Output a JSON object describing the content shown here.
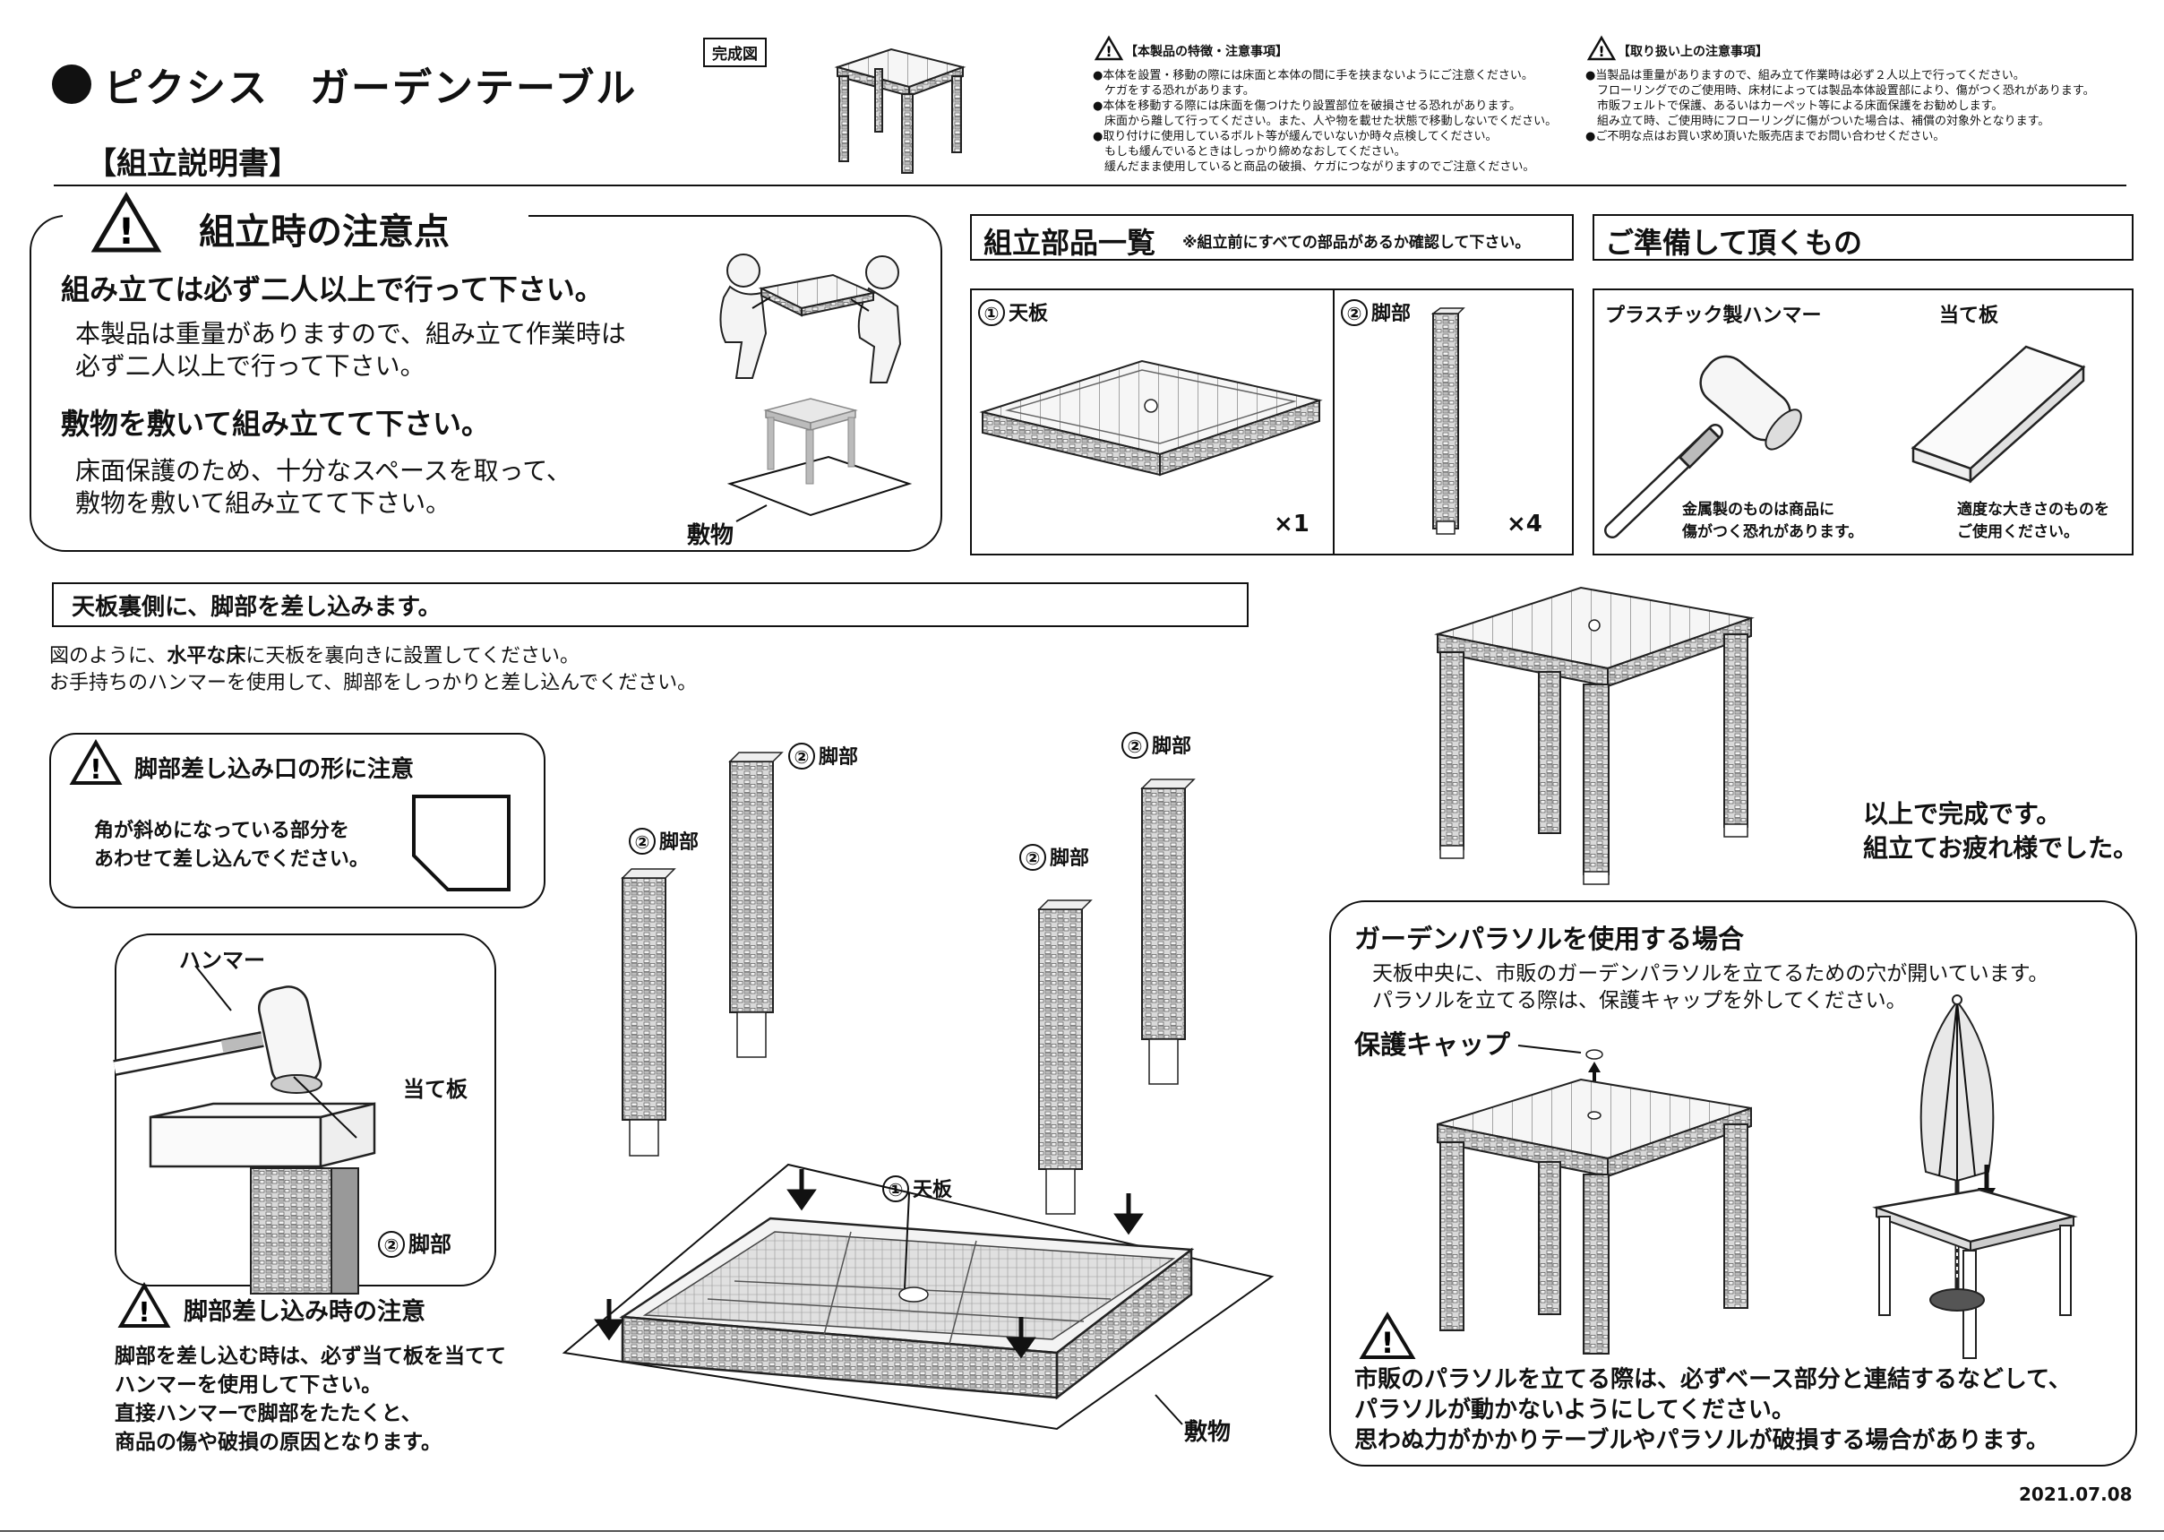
{
  "header": {
    "title": "ピクシス　ガーデンテーブル",
    "subtitle": "【組立説明書】",
    "completed_tag": "完成図"
  },
  "notes_features": {
    "heading": "【本製品の特徴・注意事項】",
    "lines": [
      "●本体を設置・移動の際には床面と本体の間に手を挟まないようにご注意ください。",
      "　ケガをする恐れがあります。",
      "●本体を移動する際には床面を傷つけたり設置部位を破損させる恐れがあります。",
      "　床面から離して行ってください。また、人や物を載せた状態で移動しないでください。",
      "●取り付けに使用しているボルト等が緩んでいないか時々点検してください。",
      "　もしも緩んでいるときはしっかり締めなおしてください。",
      "　緩んだまま使用していると商品の破損、ケガにつながりますのでご注意ください。"
    ]
  },
  "notes_handling": {
    "heading": "【取り扱い上の注意事項】",
    "lines": [
      "●当製品は重量がありますので、組み立て作業時は必ず２人以上で行ってください。",
      "　フローリングでのご使用時、床材によっては製品本体設置部により、傷がつく恐れがあります。",
      "　市販フェルトで保護、あるいはカーペット等による床面保護をお勧めします。",
      "　組み立て時、ご使用時にフローリングに傷がついた場合は、補償の対象外となります。",
      "●ご不明な点はお買い求め頂いた販売店までお問い合わせください。"
    ]
  },
  "assembly_caution": {
    "title": "組立時の注意点",
    "heading1": "組み立ては必ず二人以上で行って下さい。",
    "text1": [
      "本製品は重量がありますので、組み立て作業時は",
      "必ず二人以上で行って下さい。"
    ],
    "heading2": "敷物を敷いて組み立てて下さい。",
    "text2": [
      "床面保護のため、十分なスペースを取って、",
      "敷物を敷いて組み立てて下さい。"
    ],
    "mat_label": "敷物"
  },
  "parts": {
    "title": "組立部品一覧",
    "note": "※組立前にすべての部品があるか確認して下さい。",
    "items": [
      {
        "num": "①",
        "name": "天板",
        "qty": "×1"
      },
      {
        "num": "②",
        "name": "脚部",
        "qty": "×4"
      }
    ]
  },
  "prepare": {
    "title": "ご準備して頂くもの",
    "items": [
      {
        "name": "プラスチック製ハンマー",
        "note": [
          "金属製のものは商品に",
          "傷がつく恐れがあります。"
        ]
      },
      {
        "name": "当て板",
        "note": [
          "適度な大きさのものを",
          "ご使用ください。"
        ]
      }
    ]
  },
  "step": {
    "title": "天板裏側に、脚部を差し込みます。",
    "desc1_a": "図のように、",
    "desc1_b": "水平な床",
    "desc1_c": "に天板を裏向きに設置してください。",
    "desc2": "お手持ちのハンマーを使用して、脚部をしっかりと差し込んでください。"
  },
  "shape_caution": {
    "title": "脚部差し込み口の形に注意",
    "text": [
      "角が斜めになっている部分を",
      "あわせて差し込んでください。"
    ]
  },
  "hammer_detail": {
    "hammer_label": "ハンマー",
    "board_label": "当て板",
    "leg_num": "②",
    "leg_label": "脚部"
  },
  "insert_caution": {
    "title": "脚部差し込み時の注意",
    "lines": [
      "脚部を差し込む時は、必ず当て板を当てて",
      "ハンマーを使用して下さい。",
      "直接ハンマーで脚部をたたくと、",
      "商品の傷や破損の原因となります。"
    ]
  },
  "diagram": {
    "leg_num": "②",
    "leg_label": "脚部",
    "top_num": "①",
    "top_label": "天板",
    "mat_label": "敷物"
  },
  "complete": {
    "lines": [
      "以上で完成です。",
      "組立てお疲れ様でした。"
    ]
  },
  "parasol": {
    "title": "ガーデンパラソルを使用する場合",
    "text": [
      "天板中央に、市販のガーデンパラソルを立てるための穴が開いています。",
      "パラソルを立てる際は、保護キャップを外してください。"
    ],
    "cap_label": "保護キャップ",
    "warning": [
      "市販のパラソルを立てる際は、必ずベース部分と連結するなどして、",
      "パラソルが動かないようにしてください。",
      "思わぬ力がかかりテーブルやパラソルが破損する場合があります。"
    ]
  },
  "footer": {
    "date": "2021.07.08"
  }
}
